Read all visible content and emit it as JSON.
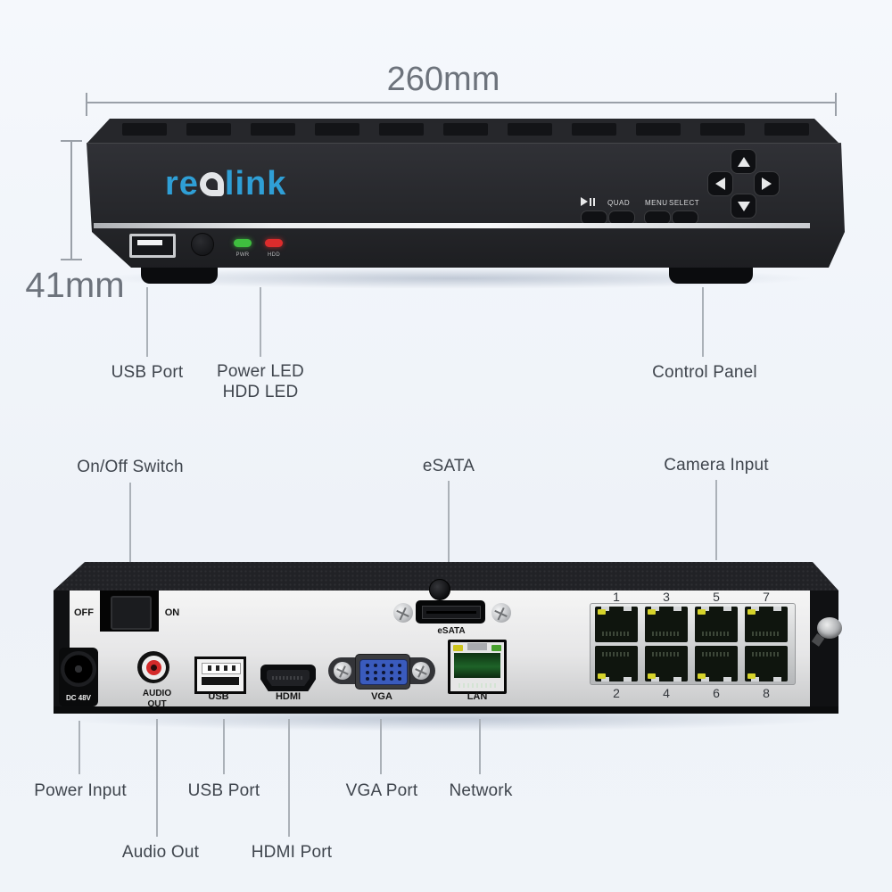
{
  "colors": {
    "background": "#eef2f8",
    "accent_blue": "#2f9fd6",
    "led_green": "#3fbf3f",
    "led_red": "#dd2c2c",
    "vga_blue": "#3a5bbd",
    "label_text": "#3f454d",
    "dimension_text": "#6d737c"
  },
  "dimensions": {
    "width": "260mm",
    "height": "41mm"
  },
  "front": {
    "logo": {
      "pre": "re",
      "post": "link"
    },
    "controls": {
      "quad": "QUAD",
      "menu": "MENU",
      "select": "SELECT"
    },
    "leds": {
      "power": "PWR",
      "hdd": "HDD"
    },
    "annotations": {
      "usb": "USB Port",
      "power_led": "Power LED",
      "hdd_led": "HDD LED",
      "control_panel": "Control Panel"
    }
  },
  "back": {
    "annotations_top": {
      "switch": "On/Off Switch",
      "esata": "eSATA",
      "camera": "Camera Input"
    },
    "annotations_bottom": {
      "power": "Power Input",
      "audio": "Audio Out",
      "usb": "USB Port",
      "hdmi": "HDMI Port",
      "vga": "VGA Port",
      "network": "Network"
    },
    "panel": {
      "off": "OFF",
      "on": "ON",
      "dc": "DC 48V",
      "audio1": "AUDIO",
      "audio2": "OUT",
      "usb": "USB",
      "hdmi": "HDMI",
      "vga": "VGA",
      "lan": "LAN",
      "esata": "eSATA"
    },
    "ports_top": [
      "1",
      "3",
      "5",
      "7"
    ],
    "ports_bottom": [
      "2",
      "4",
      "6",
      "8"
    ]
  }
}
